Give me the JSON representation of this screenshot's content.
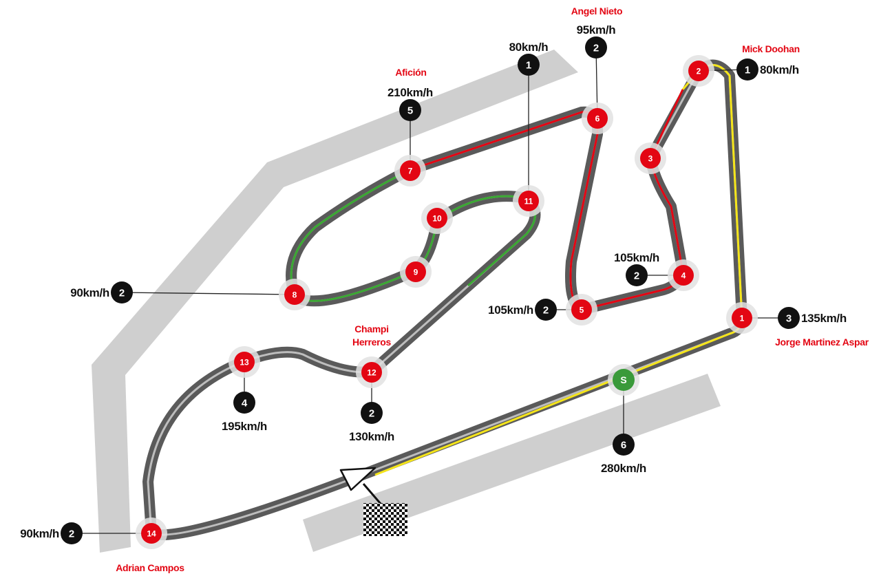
{
  "colors": {
    "track": "#5a5a5a",
    "runoff": "#cfcfcf",
    "turn_marker": "#e30613",
    "start_marker": "#3a9a3a",
    "gear_marker": "#111111",
    "sector_red": "#e30613",
    "sector_green": "#3aa832",
    "sector_yellow": "#f5e51a",
    "name_text": "#e30613"
  },
  "start_marker": {
    "label": "S",
    "gear": "6",
    "speed": "280km/h"
  },
  "turns": [
    {
      "num": "1",
      "gear": "3",
      "speed": "135km/h",
      "name": "Jorge Martinez Aspar"
    },
    {
      "num": "2",
      "gear": "1",
      "speed": "80km/h",
      "name": "Mick Doohan"
    },
    {
      "num": "3"
    },
    {
      "num": "4",
      "gear": "2",
      "speed": "105km/h"
    },
    {
      "num": "5",
      "gear": "2",
      "speed": "105km/h"
    },
    {
      "num": "6",
      "gear": "2",
      "speed": "95km/h",
      "name": "Angel Nieto"
    },
    {
      "num": "7",
      "gear": "5",
      "speed": "210km/h",
      "name": "Afición"
    },
    {
      "num": "8",
      "gear": "2",
      "speed": "90km/h"
    },
    {
      "num": "9"
    },
    {
      "num": "10"
    },
    {
      "num": "11",
      "gear": "1",
      "speed": "80km/h"
    },
    {
      "num": "12",
      "gear": "2",
      "speed": "130km/h",
      "name": "Champi Herreros"
    },
    {
      "num": "13",
      "gear": "4",
      "speed": "195km/h"
    },
    {
      "num": "14",
      "gear": "2",
      "speed": "90km/h",
      "name": "Adrian Campos"
    }
  ]
}
